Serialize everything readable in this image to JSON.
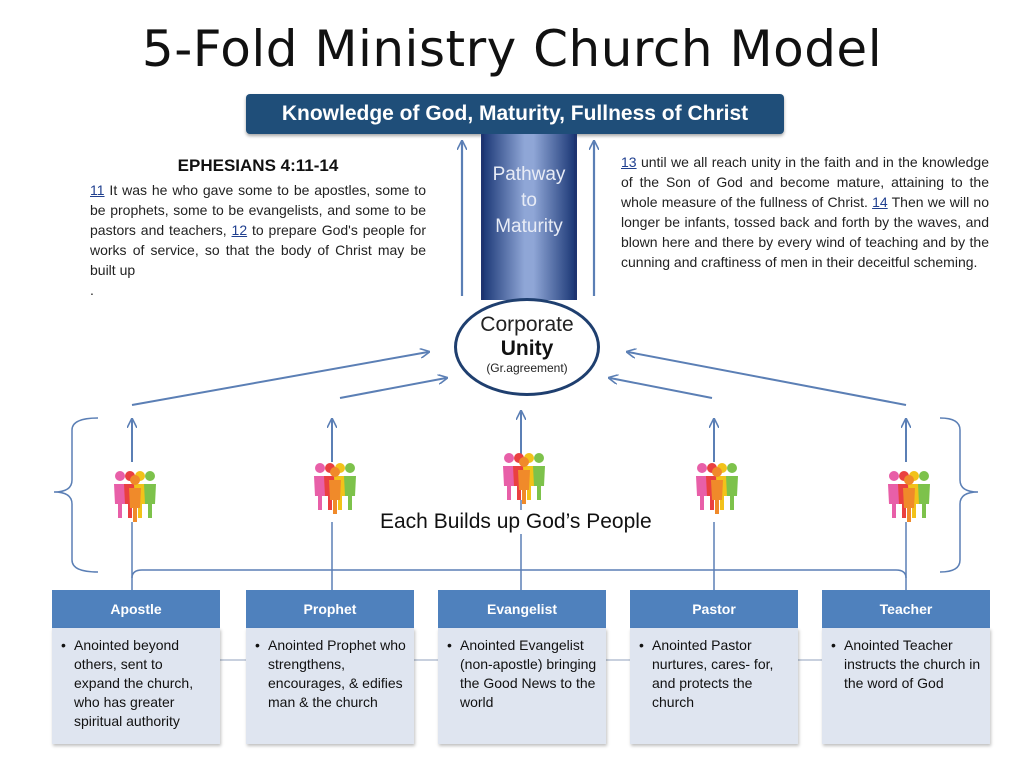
{
  "title": "5-Fold Ministry Church Model",
  "top_banner": "Knowledge of God, Maturity, Fullness of Christ",
  "pathway": [
    "Pathway",
    "to",
    "Maturity"
  ],
  "ephesians": {
    "heading": "EPHESIANS 4:11-14",
    "left": {
      "ref1": "11",
      "text1": " It was he who gave some to be apostles, some to be prophets, some to be evangelists, and some to be pastors and teachers, ",
      "ref2": "12",
      "text2": " to prepare God's people for works of service, so that the body of Christ may be built up",
      "trail": "."
    },
    "right": {
      "ref1": "13",
      "text1": " until we all reach unity in the faith and in the knowledge of the Son of God and become mature, attaining to the whole measure of the fullness of Christ. ",
      "ref2": "14",
      "text2": " Then we will no longer be infants, tossed back and forth by the waves, and blown here and there by every wind of teaching and by the cunning and craftiness of men in their deceitful scheming."
    }
  },
  "unity": {
    "line1": "Corporate",
    "line2": "Unity",
    "line3": "(Gr.agreement)"
  },
  "builds_label": "Each Builds up God’s People",
  "roles": [
    {
      "title": "Apostle",
      "desc": "Anointed beyond others, sent to expand the church, who has greater spiritual authority"
    },
    {
      "title": "Prophet",
      "desc": "Anointed Prophet who strengthens, encourages,  & edifies man & the church"
    },
    {
      "title": "Evangelist",
      "desc": "Anointed Evangelist (non-apostle) bringing the Good News  to the world"
    },
    {
      "title": "Pastor",
      "desc": "Anointed Pastor nurtures, cares- for, and protects the church"
    },
    {
      "title": "Teacher",
      "desc": "Anointed Teacher instructs the church in the word of God"
    }
  ],
  "colors": {
    "banner": "#1f4e79",
    "card_head": "#4f81bd",
    "card_body": "#dfe5f0",
    "arrow": "#5b7fb5",
    "people": [
      "#e85fa8",
      "#7dc24b",
      "#f2c21a",
      "#f08a2a",
      "#ea4040"
    ]
  }
}
